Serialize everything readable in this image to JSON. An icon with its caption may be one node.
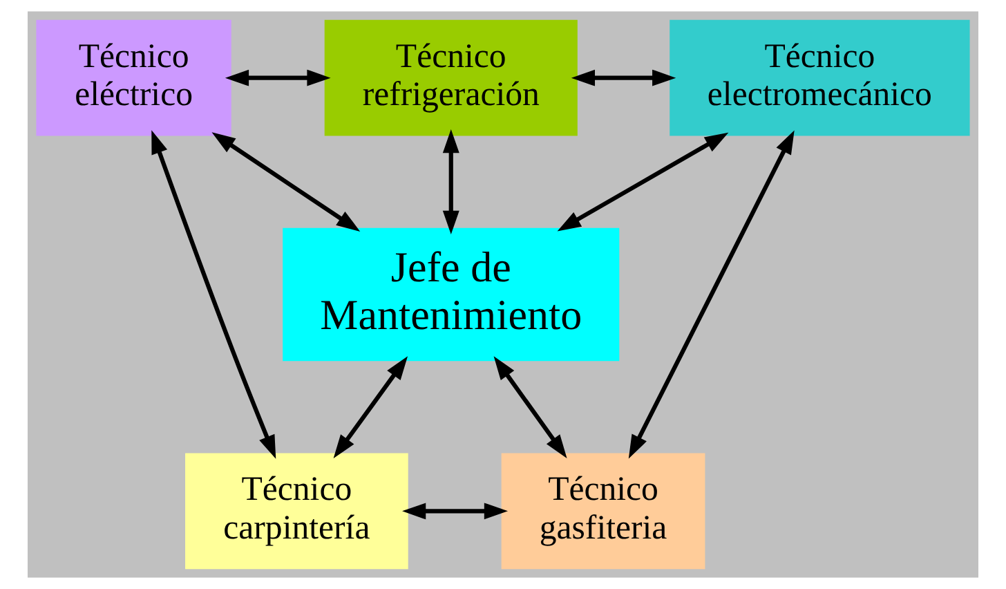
{
  "diagram": {
    "nodes": [
      {
        "text": [
          "Técnico eléctrico"
        ]
      },
      {
        "text": [
          "Técnico refrigeración"
        ]
      },
      {
        "text": [
          "Técnico electromecánico"
        ]
      },
      {
        "text": [
          "Jefe de Mantenimiento"
        ]
      },
      {
        "text": [
          "Técnico carpintería"
        ]
      },
      {
        "text": [
          "Técnico gasfiteria"
        ]
      }
    ],
    "edges": [
      {
        "from": 0,
        "to": 1,
        "arrow": "both"
      },
      {
        "from": 1,
        "to": 2,
        "arrow": "both"
      },
      {
        "from": 0,
        "to": 3,
        "arrow": "both"
      },
      {
        "from": 1,
        "to": 3,
        "arrow": "both"
      },
      {
        "from": 2,
        "to": 3,
        "arrow": "both"
      },
      {
        "from": 0,
        "to": 4,
        "arrow": "both"
      },
      {
        "from": 2,
        "to": 5,
        "arrow": "both"
      },
      {
        "from": 3,
        "to": 4,
        "arrow": "both"
      },
      {
        "from": 3,
        "to": 5,
        "arrow": "both"
      },
      {
        "from": 4,
        "to": 5,
        "arrow": "both"
      }
    ]
  }
}
